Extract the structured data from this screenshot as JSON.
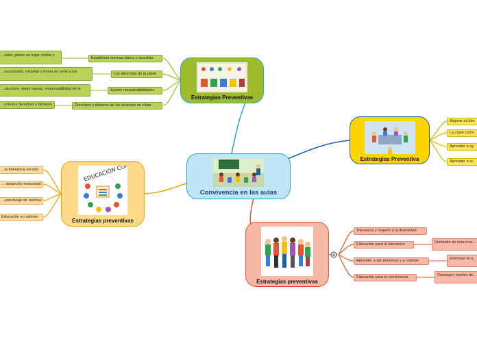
{
  "central": {
    "title": "Convivencia en las aulas"
  },
  "branches": {
    "top": {
      "title": "Estrategias Preventivas",
      "items": [
        {
          "label": "Establecer normas claras y sencillas",
          "detail": "...ades, poner en lugar visible y"
        },
        {
          "label": "Los derechos de la clase",
          "detail": "...escuchado, respetar y tomar en serio a los"
        },
        {
          "label": "Asumir responsabilidades",
          "detail": "...alumnos, elegir tareas, responsabilidad de la"
        },
        {
          "label": "Derechos y deberes de los alumnos en clase",
          "detail": "...erra los derechos y deberes"
        }
      ]
    },
    "right": {
      "title": "Estrategias Preventiva",
      "items": [
        {
          "label": "Mejorar el clim"
        },
        {
          "label": "La clase como"
        },
        {
          "label": "Aprender a ay"
        },
        {
          "label": "Aprender a so"
        }
      ]
    },
    "left": {
      "title": "Estrategias preventivas",
      "image_text": "EDUCACIÓN CON...",
      "items": [
        {
          "label": "...la tolerancia escolar"
        },
        {
          "label": "... desarrollo emocional"
        },
        {
          "label": "...prendizaje de normas"
        },
        {
          "label": "Educación en valores"
        }
      ]
    },
    "bottom": {
      "title": "Estrategias preventivas",
      "items": [
        {
          "label": "Tolerancia y respeto a la diversidad"
        },
        {
          "label": "Educación para la tolerancia",
          "detail": "Unidades de intervenc... tolerancia, instrument..."
        },
        {
          "label": "Aprender a ser personas y a convivir",
          "detail": "promover el a... en valores, va..."
        },
        {
          "label": "Educación para la convivencia",
          "detail": "Conseguir niveles de... condiciones de vida a..."
        }
      ]
    }
  },
  "colors": {
    "central": "#bfe6f7",
    "top": "#9dbb2a",
    "right": "#ffd500",
    "left": "#fdd98a",
    "bottom": "#f6b9a5"
  }
}
